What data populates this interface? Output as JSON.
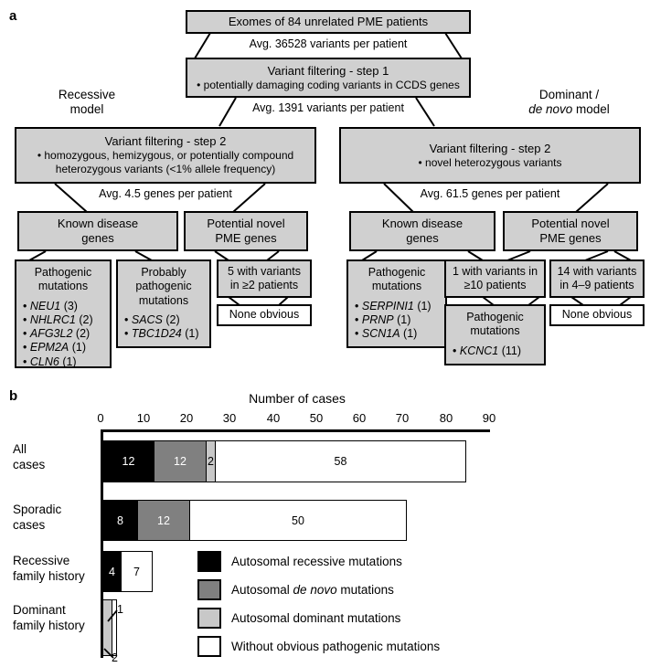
{
  "figure": {
    "panel_a_label": "a",
    "panel_b_label": "b"
  },
  "flowchart": {
    "root": {
      "text": "Exomes of 84 unrelated PME patients"
    },
    "edge_root_to_step1": "Avg. 36528 variants per patient",
    "step1": {
      "title": "Variant filtering - step 1",
      "bullet": "• potentially damaging coding variants in CCDS genes"
    },
    "edge_step1_to_step2": "Avg. 1391 variants per patient",
    "left_model_label_line1": "Recessive",
    "left_model_label_line2": "model",
    "right_model_label_line1": "Dominant /",
    "right_model_label_line2_italic": "de novo",
    "right_model_label_line2_rest": " model",
    "left": {
      "step2_title": "Variant filtering - step 2",
      "step2_bullet_line1": "• homozygous, hemizygous, or potentially compound",
      "step2_bullet_line2": "heterozygous variants (<1% allele frequency)",
      "edge_label": "Avg. 4.5 genes per patient",
      "known_genes_line1": "Known disease",
      "known_genes_line2": "genes",
      "novel_genes_line1": "Potential novel",
      "novel_genes_line2": "PME genes",
      "pathogenic": {
        "header_line1": "Pathogenic",
        "header_line2": "mutations",
        "items": [
          {
            "gene": "NEU1",
            "count": "(3)"
          },
          {
            "gene": "NHLRC1",
            "count": "(2)"
          },
          {
            "gene": "AFG3L2",
            "count": "(2)"
          },
          {
            "gene": "EPM2A",
            "count": "(1)"
          },
          {
            "gene": "CLN6",
            "count": "(1)"
          }
        ]
      },
      "probably_pathogenic": {
        "header_line1": "Probably",
        "header_line2": "pathogenic",
        "header_line3": "mutations",
        "items": [
          {
            "gene": "SACS",
            "count": "(2)"
          },
          {
            "gene": "TBC1D24",
            "count": "(1)"
          }
        ]
      },
      "novel_counts_line1": "5 with variants",
      "novel_counts_line2": "in ≥2 patients",
      "novel_outcome": "None obvious"
    },
    "right": {
      "step2_title": "Variant filtering - step 2",
      "step2_bullet": "• novel heterozygous variants",
      "edge_label": "Avg. 61.5 genes per patient",
      "known_genes_line1": "Known disease",
      "known_genes_line2": "genes",
      "novel_genes_line1": "Potential novel",
      "novel_genes_line2": "PME genes",
      "pathogenic": {
        "header_line1": "Pathogenic",
        "header_line2": "mutations",
        "items": [
          {
            "gene": "SERPINI1",
            "count": "(1)"
          },
          {
            "gene": "PRNP",
            "count": "(1)"
          },
          {
            "gene": "SCN1A",
            "count": "(1)"
          }
        ]
      },
      "novel_group_a_line1": "1 with variants in",
      "novel_group_a_line2": "≥10 patients",
      "novel_group_a_result": {
        "header_line1": "Pathogenic",
        "header_line2": "mutations",
        "items": [
          {
            "gene": "KCNC1",
            "count": "(11)"
          }
        ]
      },
      "novel_group_b_line1": "14 with variants",
      "novel_group_b_line2": "in 4–9  patients",
      "novel_group_b_result": "None obvious"
    }
  },
  "chart_data": {
    "type": "bar",
    "orientation": "horizontal",
    "stacked": true,
    "title": "Number of cases",
    "xlabel": "Number of cases",
    "ylabel": "",
    "xlim": [
      0,
      90
    ],
    "xticks": [
      0,
      10,
      20,
      30,
      40,
      50,
      60,
      70,
      80,
      90
    ],
    "xtick_labels": [
      "0",
      "10",
      "20",
      "30",
      "40",
      "50",
      "60",
      "70",
      "80",
      "90"
    ],
    "grid": false,
    "legend_position": "inside-right",
    "categories": [
      {
        "line1": "All",
        "line2": "cases"
      },
      {
        "line1": "Sporadic",
        "line2": "cases"
      },
      {
        "line1": "Recessive",
        "line2": "family history"
      },
      {
        "line1": "Dominant",
        "line2": "family history"
      }
    ],
    "series": [
      {
        "name": "Autosomal recessive mutations",
        "color": "#000000",
        "values": [
          12,
          8,
          4,
          0
        ]
      },
      {
        "name": "Autosomal de novo mutations",
        "color": "#808080",
        "values": [
          12,
          12,
          0,
          0
        ]
      },
      {
        "name": "Autosomal dominant mutations",
        "color": "#c8c8c8",
        "values": [
          2,
          0,
          0,
          2
        ]
      },
      {
        "name": "Without obvious pathogenic mutations",
        "color": "#ffffff",
        "values": [
          58,
          50,
          7,
          1
        ]
      }
    ],
    "bar_labels": {
      "all_cases": [
        "12",
        "12",
        "2",
        "58"
      ],
      "sporadic_cases": [
        "8",
        "12",
        "50"
      ],
      "recessive_family_history": [
        "4",
        "7"
      ],
      "dominant_family_history": [
        "2",
        "1"
      ]
    },
    "totals": [
      84,
      70,
      11,
      3
    ],
    "legend": [
      {
        "label_pre": "Autosomal recessive mutations",
        "italic": "",
        "label_post": "",
        "color": "#000000"
      },
      {
        "label_pre": "Autosomal ",
        "italic": "de novo",
        "label_post": " mutations",
        "color": "#808080"
      },
      {
        "label_pre": "Autosomal dominant mutations",
        "italic": "",
        "label_post": "",
        "color": "#c8c8c8"
      },
      {
        "label_pre": "Without obvious pathogenic mutations",
        "italic": "",
        "label_post": "",
        "color": "#ffffff"
      }
    ]
  }
}
